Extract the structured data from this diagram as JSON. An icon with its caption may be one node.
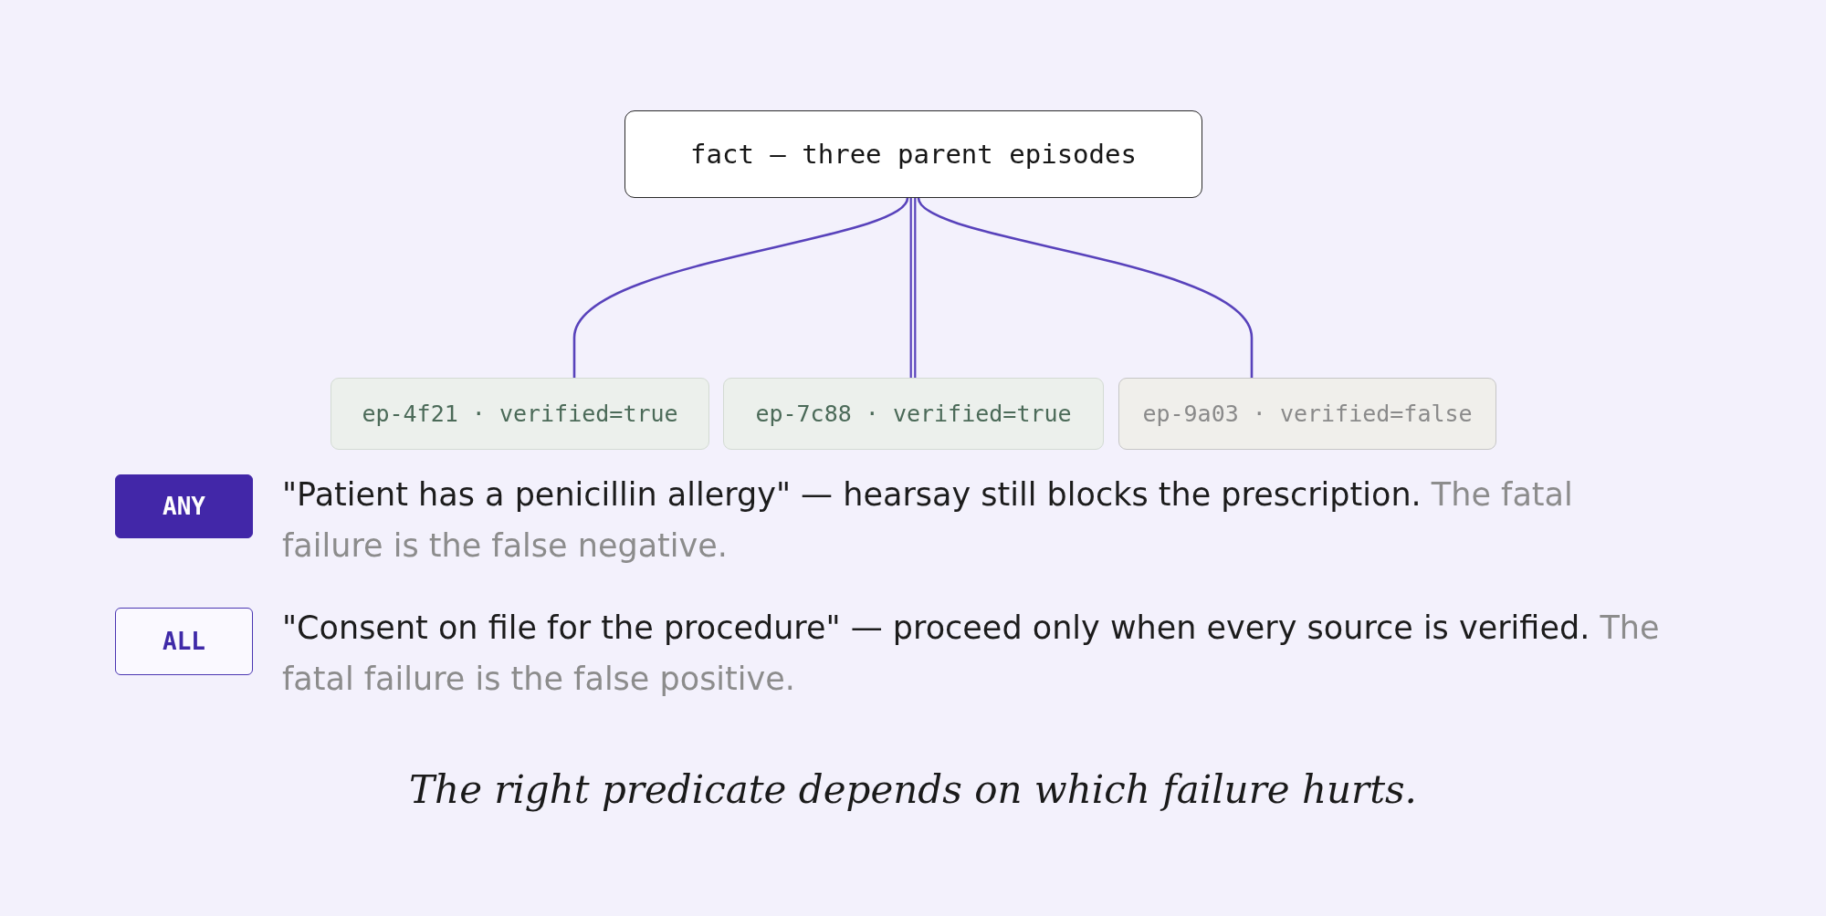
{
  "diagram": {
    "caption": "The right predicate depends on which failure hurts.",
    "nodes": [
      {
        "text": [
          "fact — three parent episodes"
        ]
      },
      {
        "text": [
          "ep-4f21 · verified=true"
        ]
      },
      {
        "text": [
          "ep-7c88 · verified=true"
        ]
      },
      {
        "text": [
          "ep-9a03 · verified=false"
        ]
      },
      {
        "text": [
          "ANY"
        ],
        "beside": [
          "\"Patient has a penicillin allergy\" — hearsay still blocks the prescription.",
          "The fatal failure is the false negative."
        ]
      },
      {
        "text": [
          "ALL"
        ],
        "beside": [
          "\"Consent on file for the procedure\" — proceed only when every source is verified.",
          "The fatal failure is the false positive."
        ]
      }
    ],
    "edges": [
      {
        "from": 0,
        "to": 1,
        "arrow": "none"
      },
      {
        "from": 0,
        "to": 2,
        "arrow": "none"
      },
      {
        "from": 0,
        "to": 3,
        "arrow": "none"
      }
    ]
  }
}
